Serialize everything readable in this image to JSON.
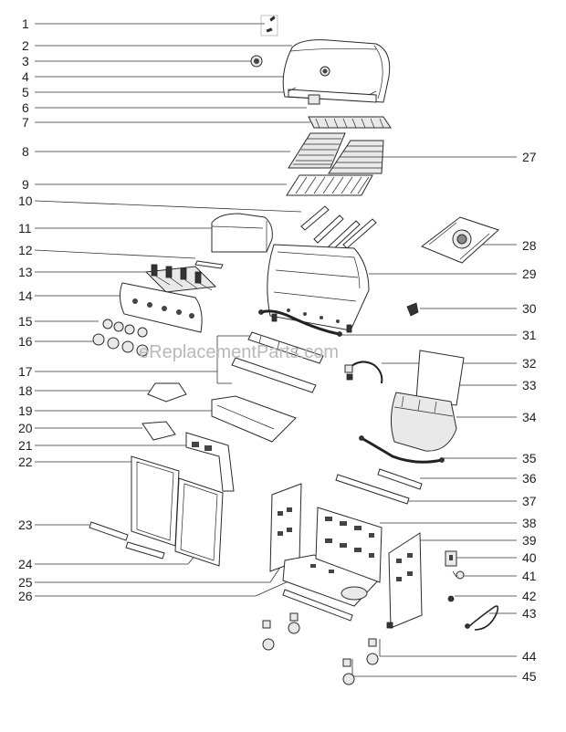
{
  "watermark": "eReplacementParts.com",
  "callouts_left": [
    "1",
    "2",
    "3",
    "4",
    "5",
    "6",
    "7",
    "8",
    "9",
    "10",
    "11",
    "12",
    "13",
    "14",
    "15",
    "16",
    "17",
    "18",
    "19",
    "20",
    "21",
    "22",
    "23",
    "24",
    "25",
    "26"
  ],
  "callouts_right": [
    "27",
    "28",
    "29",
    "30",
    "31",
    "32",
    "33",
    "34",
    "35",
    "36",
    "37",
    "38",
    "39",
    "40",
    "41",
    "42",
    "43",
    "44",
    "45"
  ]
}
